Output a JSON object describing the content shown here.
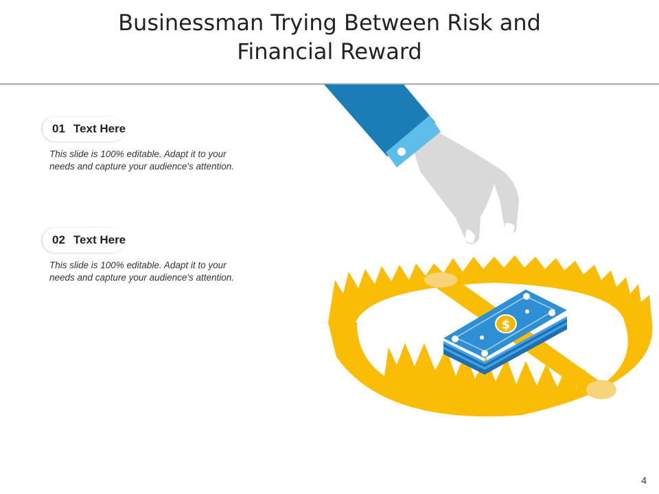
{
  "slide": {
    "title_lines": [
      "Businessman Trying Between Risk and",
      "Financial Reward"
    ],
    "page_number": "4"
  },
  "items": [
    {
      "number": "01",
      "label": "Text Here",
      "description_lines": [
        "This slide is 100% editable.  Adapt it to your",
        "needs and capture your audience's attention."
      ]
    },
    {
      "number": "02",
      "label": "Text Here",
      "description_lines": [
        "This slide is 100% editable.  Adapt it to your",
        "needs and capture your audience's attention."
      ]
    }
  ],
  "illustration": {
    "icons": [
      "hand-icon",
      "bear-trap-icon",
      "money-stack-icon",
      "dollar-coin-icon"
    ],
    "coin_symbol": "$",
    "colors": {
      "sleeve": "#1b7db5",
      "cuff": "#5bbde8",
      "hand": "#d9d9d9",
      "trap": "#fbbc05",
      "trap_joint": "#f7d37a",
      "money": "#2f8fd4",
      "coin": "#f5b800"
    }
  }
}
